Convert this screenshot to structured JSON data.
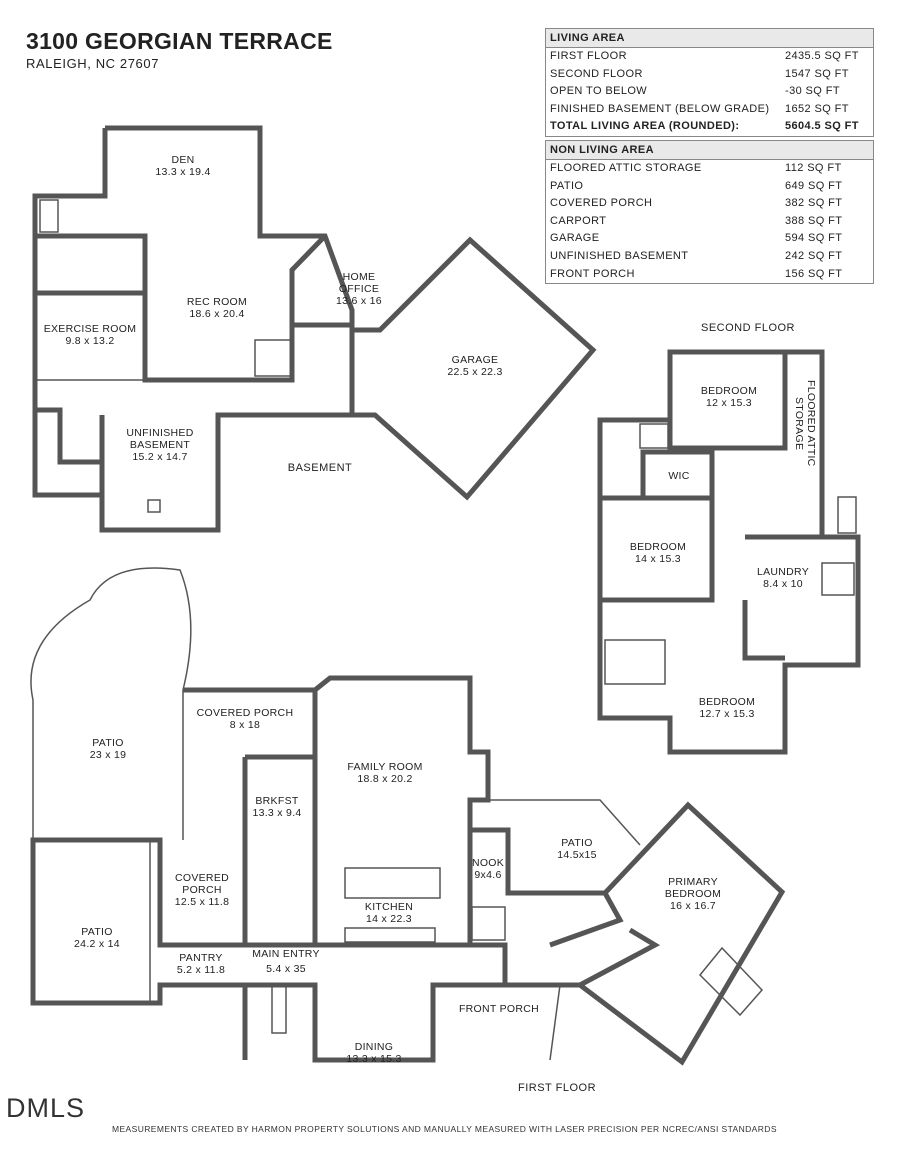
{
  "header": {
    "title": "3100 GEORGIAN TERRACE",
    "subtitle": "RALEIGH, NC 27607"
  },
  "living_area": {
    "heading": "LIVING AREA",
    "rows": [
      {
        "label": "FIRST FLOOR",
        "value": "2435.5 SQ FT"
      },
      {
        "label": "SECOND FLOOR",
        "value": "1547 SQ FT"
      },
      {
        "label": "OPEN TO BELOW",
        "value": "-30 SQ FT"
      },
      {
        "label": "FINISHED BASEMENT (BELOW GRADE)",
        "value": "1652 SQ FT"
      }
    ],
    "total": {
      "label": "TOTAL LIVING AREA (ROUNDED):",
      "value": "5604.5 SQ FT"
    }
  },
  "non_living_area": {
    "heading": "NON LIVING AREA",
    "rows": [
      {
        "label": "FLOORED ATTIC STORAGE",
        "value": "112 SQ FT"
      },
      {
        "label": "PATIO",
        "value": "649 SQ FT"
      },
      {
        "label": "COVERED PORCH",
        "value": "382 SQ FT"
      },
      {
        "label": "CARPORT",
        "value": "388 SQ FT"
      },
      {
        "label": "GARAGE",
        "value": "594 SQ FT"
      },
      {
        "label": "UNFINISHED BASEMENT",
        "value": "242 SQ FT"
      },
      {
        "label": "FRONT PORCH",
        "value": "156 SQ FT"
      }
    ]
  },
  "floors": {
    "basement": "BASEMENT",
    "second": "SECOND FLOOR",
    "first": "FIRST FLOOR"
  },
  "rooms": {
    "den": {
      "name": "DEN",
      "dim": "13.3 x 19.4"
    },
    "rec_room": {
      "name": "REC ROOM",
      "dim": "18.6 x 20.4"
    },
    "home_office": {
      "name": "HOME\nOFFICE",
      "dim": "13.6 x 16"
    },
    "exercise_room": {
      "name": "EXERCISE ROOM",
      "dim": "9.8 x 13.2"
    },
    "garage": {
      "name": "GARAGE",
      "dim": "22.5 x 22.3"
    },
    "unfinished_basement": {
      "name": "UNFINISHED\nBASEMENT",
      "dim": "15.2 x 14.7"
    },
    "bedroom_top": {
      "name": "BEDROOM",
      "dim": "12 x 15.3"
    },
    "floored_attic": {
      "name": "FLOORED ATTIC\nSTORAGE",
      "dim": ""
    },
    "wic": {
      "name": "WIC",
      "dim": ""
    },
    "bedroom_mid": {
      "name": "BEDROOM",
      "dim": "14 x 15.3"
    },
    "laundry": {
      "name": "LAUNDRY",
      "dim": "8.4 x 10"
    },
    "bedroom_low": {
      "name": "BEDROOM",
      "dim": "12.7 x 15.3"
    },
    "patio_large": {
      "name": "PATIO",
      "dim": "23 x 19"
    },
    "covered_porch_top": {
      "name": "COVERED PORCH",
      "dim": "8 x 18"
    },
    "family_room": {
      "name": "FAMILY ROOM",
      "dim": "18.8 x 20.2"
    },
    "brkfst": {
      "name": "BRKFST",
      "dim": "13.3 x 9.4"
    },
    "patio_mid": {
      "name": "PATIO",
      "dim": "14.5x15"
    },
    "primary_bedroom": {
      "name": "PRIMARY\nBEDROOM",
      "dim": "16 x 16.7"
    },
    "covered_porch_left": {
      "name": "COVERED\nPORCH",
      "dim": "12.5 x 11.8"
    },
    "nook": {
      "name": "NOOK",
      "dim": "9x4.6"
    },
    "kitchen": {
      "name": "KITCHEN",
      "dim": "14 x 22.3"
    },
    "patio_small": {
      "name": "PATIO",
      "dim": "24.2 x 14"
    },
    "pantry": {
      "name": "PANTRY",
      "dim": "5.2 x 11.8"
    },
    "main_entry": {
      "name": "MAIN ENTRY",
      "dim": "5.4 x 35"
    },
    "front_porch": {
      "name": "FRONT PORCH",
      "dim": ""
    },
    "dining": {
      "name": "DINING",
      "dim": "13.3 x 15.3"
    }
  },
  "logo": "DMLS",
  "footer": "MEASUREMENTS CREATED BY HARMON PROPERTY SOLUTIONS AND MANUALLY MEASURED WITH LASER PRECISION PER NCREC/ANSI STANDARDS"
}
